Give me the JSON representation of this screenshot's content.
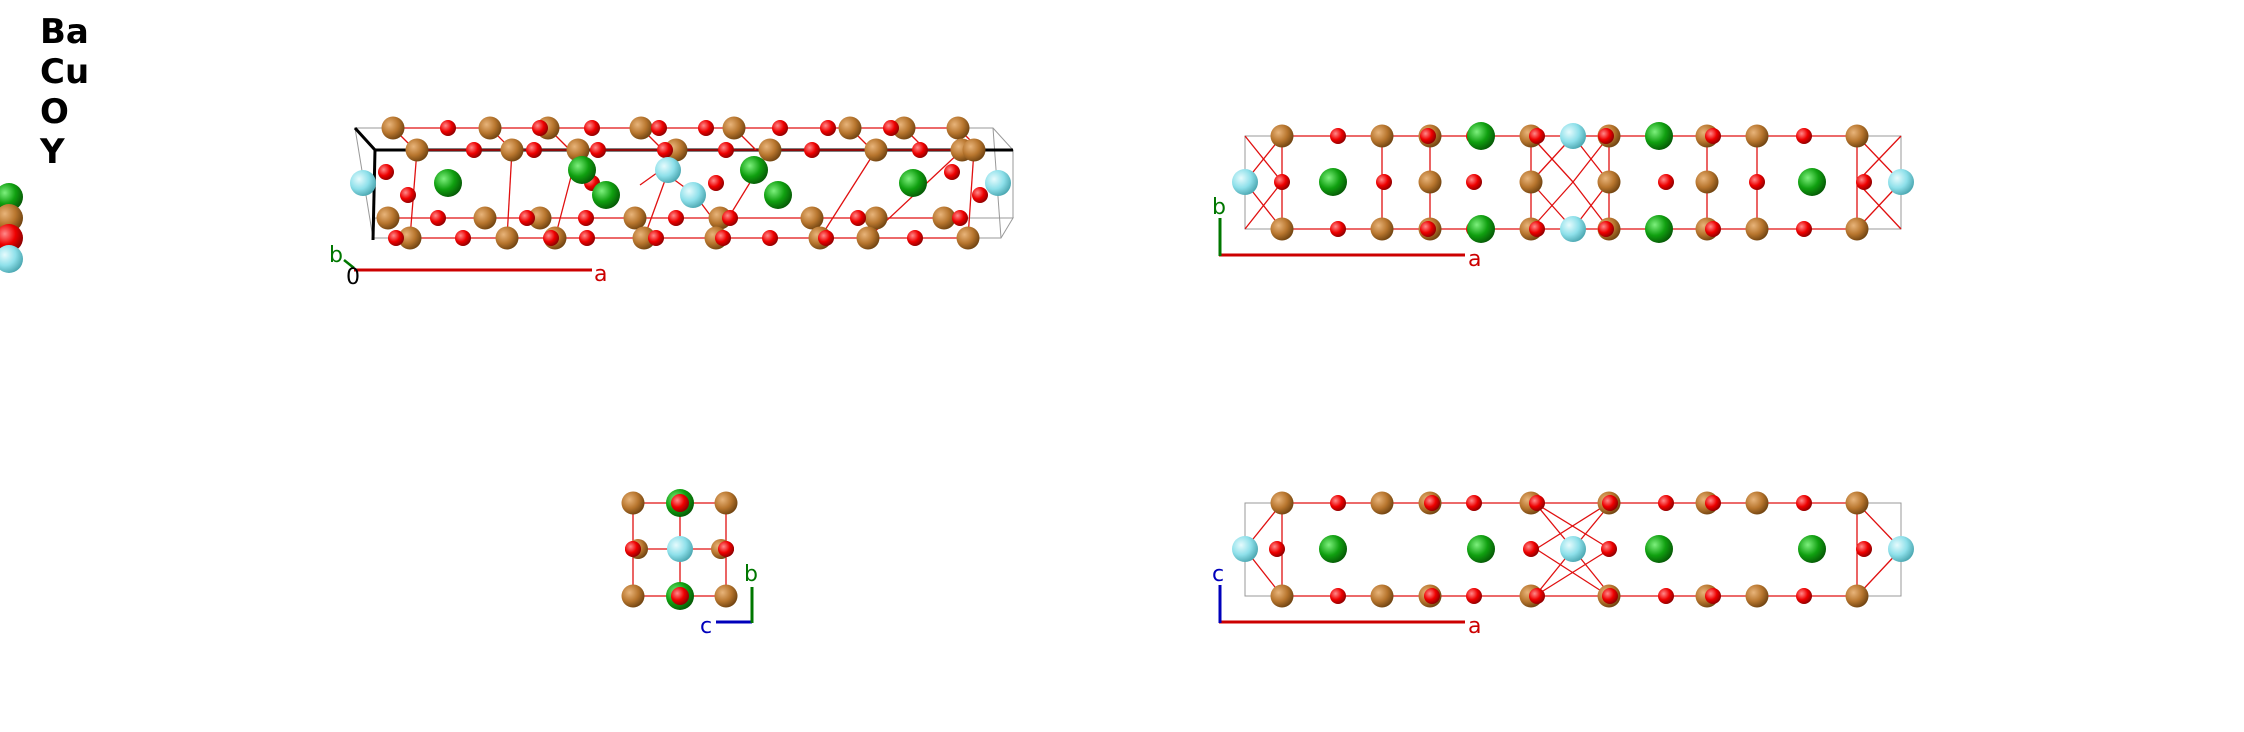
{
  "legend": {
    "elements": [
      {
        "symbol": "Ba",
        "color": "#10a010"
      },
      {
        "symbol": "Cu",
        "color": "#b8762e"
      },
      {
        "symbol": "O",
        "color": "#ee0000"
      },
      {
        "symbol": "Y",
        "color": "#8ee0ea"
      }
    ]
  },
  "colors": {
    "a_axis": "#cc0000",
    "b_axis": "#007700",
    "c_axis": "#0000bb",
    "cell": "#999999",
    "bond": "#e01010"
  },
  "views": [
    {
      "id": "perspective",
      "axis_labels": {
        "a": "a",
        "b": "b",
        "origin": "0"
      }
    },
    {
      "id": "ab",
      "axis_labels": {
        "x": "a",
        "y": "b"
      }
    },
    {
      "id": "bc",
      "axis_labels": {
        "x": "c",
        "y": "b"
      }
    },
    {
      "id": "ac",
      "axis_labels": {
        "x": "a",
        "y": "c"
      }
    }
  ]
}
